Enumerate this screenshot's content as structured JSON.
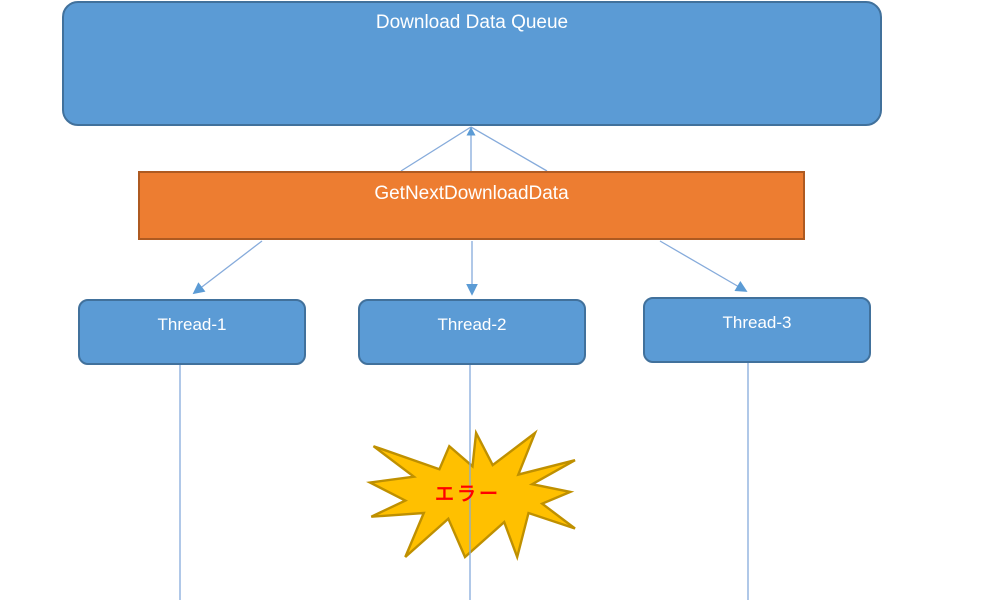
{
  "diagram": {
    "queue": {
      "label": "Download Data Queue"
    },
    "dispatcher": {
      "label": "GetNextDownloadData"
    },
    "threads": [
      {
        "label": "Thread-1"
      },
      {
        "label": "Thread-2"
      },
      {
        "label": "Thread-3"
      }
    ],
    "error_burst": {
      "label": "エラー"
    },
    "colors": {
      "node_fill": "#5B9BD5",
      "node_border": "#41719C",
      "dispatcher_fill": "#ED7D31",
      "dispatcher_border": "#AE5A21",
      "burst_fill": "#FFC000",
      "burst_border": "#BF9000",
      "connector_line": "#86ABDB",
      "arrowhead": "#5B9BD5",
      "error_text": "#FF0000",
      "label_text": "#FFFFFF"
    }
  }
}
